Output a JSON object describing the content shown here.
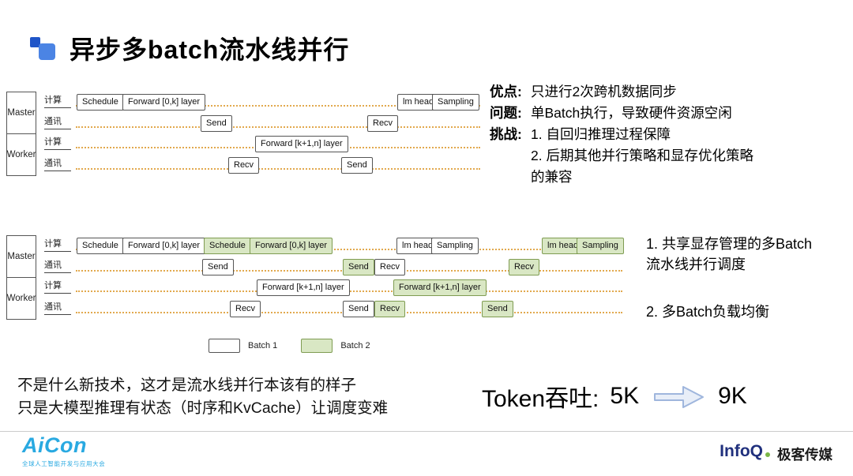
{
  "title": "异步多batch流水线并行",
  "diagram_common": {
    "master": "Master",
    "worker": "Worker",
    "compute_lane": "计算",
    "comm_lane": "通讯"
  },
  "d1": {
    "master_compute": [
      {
        "label": "Schedule",
        "batch": 1
      },
      {
        "label": "Forward [0,k] layer",
        "batch": 1
      },
      {
        "label": "lm head",
        "batch": 1
      },
      {
        "label": "Sampling",
        "batch": 1
      }
    ],
    "master_comm": [
      {
        "label": "Send",
        "batch": 1
      },
      {
        "label": "Recv",
        "batch": 1
      }
    ],
    "worker_compute": [
      {
        "label": "Forward [k+1,n] layer",
        "batch": 1
      }
    ],
    "worker_comm": [
      {
        "label": "Recv",
        "batch": 1
      },
      {
        "label": "Send",
        "batch": 1
      }
    ]
  },
  "d2": {
    "master_compute": [
      {
        "label": "Schedule",
        "batch": 1
      },
      {
        "label": "Forward [0,k] layer",
        "batch": 1
      },
      {
        "label": "Schedule",
        "batch": 2
      },
      {
        "label": "Forward [0,k] layer",
        "batch": 2
      },
      {
        "label": "lm head",
        "batch": 1
      },
      {
        "label": "Sampling",
        "batch": 1
      },
      {
        "label": "lm head",
        "batch": 2
      },
      {
        "label": "Sampling",
        "batch": 2
      }
    ],
    "master_comm": [
      {
        "label": "Send",
        "batch": 1
      },
      {
        "label": "Send",
        "batch": 2
      },
      {
        "label": "Recv",
        "batch": 1
      },
      {
        "label": "Recv",
        "batch": 2
      }
    ],
    "worker_compute": [
      {
        "label": "Forward [k+1,n] layer",
        "batch": 1
      },
      {
        "label": "Forward [k+1,n] layer",
        "batch": 2
      }
    ],
    "worker_comm": [
      {
        "label": "Recv",
        "batch": 1
      },
      {
        "label": "Send",
        "batch": 1
      },
      {
        "label": "Recv",
        "batch": 2
      },
      {
        "label": "Send",
        "batch": 2
      }
    ]
  },
  "notes_top": {
    "pros_label": "优点:",
    "pros_text": "只进行2次跨机数据同步",
    "problem_label": "问题:",
    "problem_text": "单Batch执行，导致硬件资源空闲",
    "challenge_label": "挑战:",
    "challenge_item1": "1. 自回归推理过程保障",
    "challenge_item2": "2. 后期其他并行策略和显存优化策略的兼容"
  },
  "notes_right": {
    "item1": "1. 共享显存管理的多Batch流水线并行调度",
    "item2": "2. 多Batch负载均衡"
  },
  "legend": {
    "batch1": "Batch 1",
    "batch2": "Batch 2"
  },
  "bottom_note": {
    "line1": "不是什么新技术，这才是流水线并行本该有的样子",
    "line2": "只是大模型推理有状态（时序和KvCache）让调度变难"
  },
  "throughput": {
    "label": "Token吞吐:",
    "before": "5K",
    "after": "9K"
  },
  "footer": {
    "aicon_logo": "AiCon",
    "aicon_subtitle": "全球人工智能开发与应用大会",
    "infoq_logo": "InfoQ",
    "media_name": "极客传媒"
  },
  "colors": {
    "batch2_fill": "#d9e7c4",
    "batch2_border": "#7f9c52",
    "timeline_dots": "#e2a94e",
    "title_bullet_blue": "#4b84e4",
    "aicon_blue": "#29a9e1",
    "infoq_navy": "#20307d",
    "infoq_green": "#7ab648"
  }
}
